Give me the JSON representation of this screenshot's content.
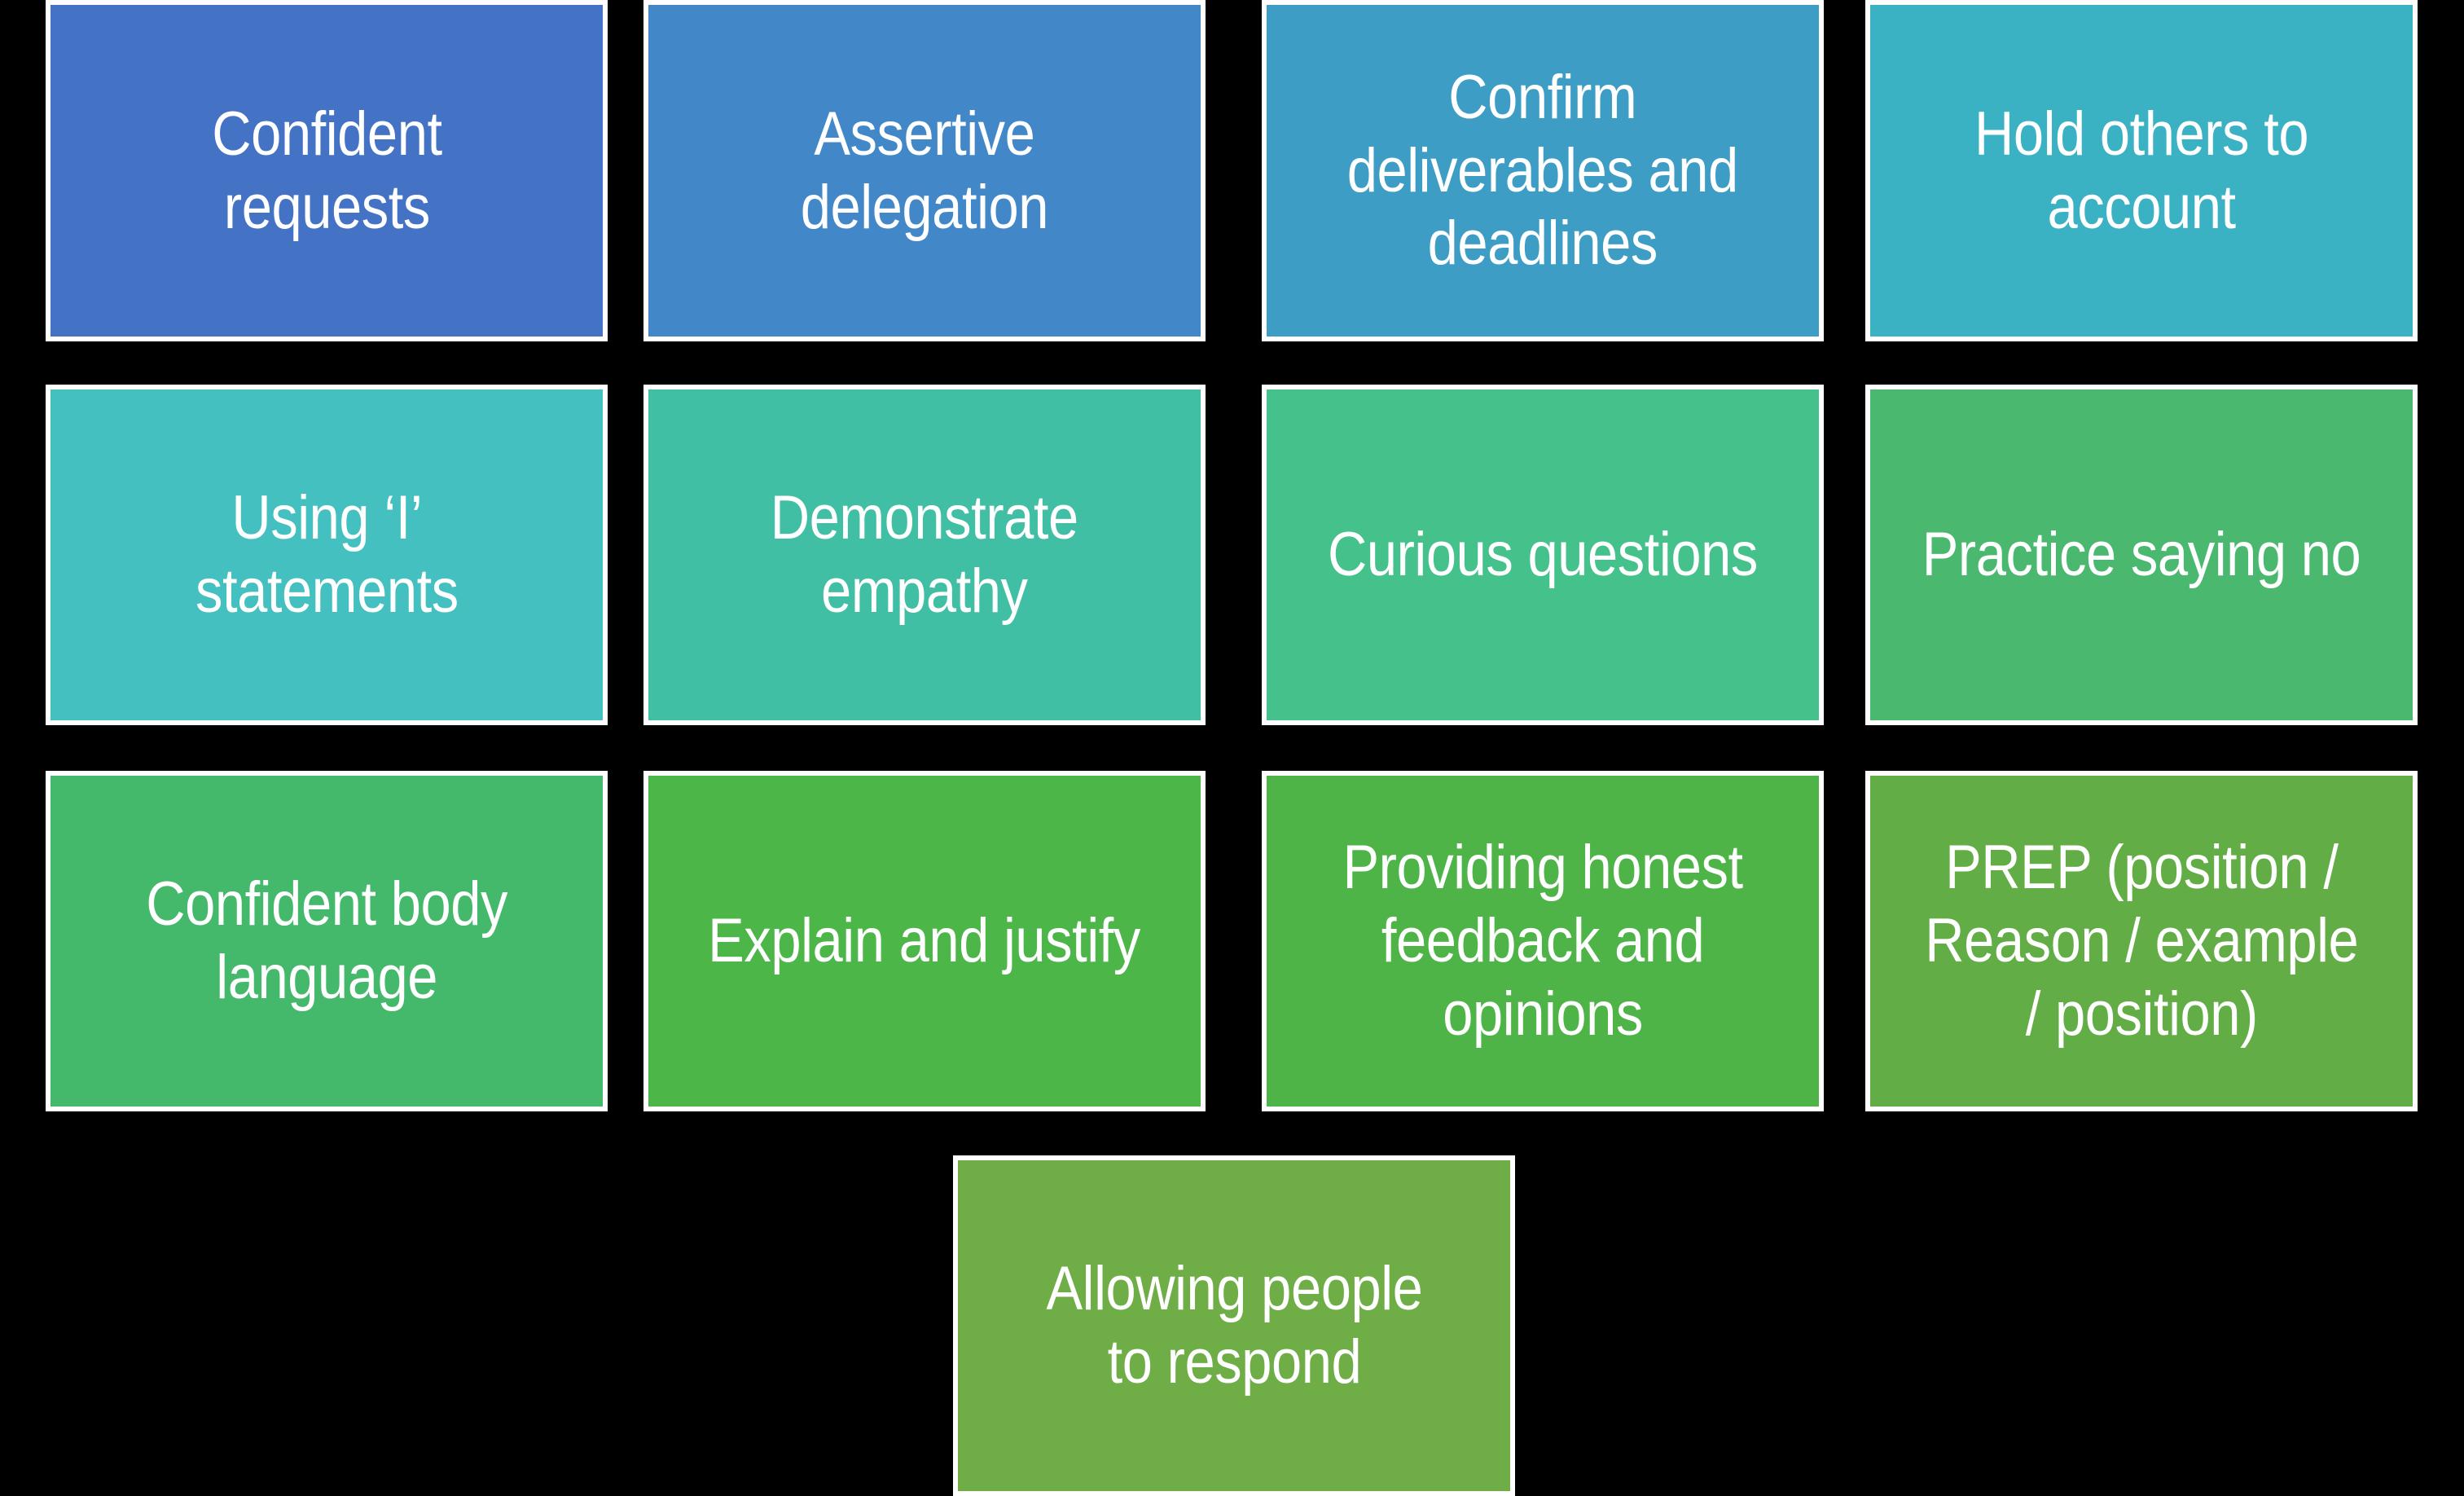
{
  "page": {
    "background_color": "#000000",
    "tile_border_color": "#FFFFFF",
    "tile_text_color": "#FFFFFF",
    "title": "Assertiveness behaviours grid"
  },
  "grid": {
    "columns": 4,
    "rows": 4,
    "tiles": [
      {
        "id": "confident-requests",
        "row": 1,
        "col": 1,
        "label": "Confident\nrequests",
        "color": "#4472C4"
      },
      {
        "id": "assertive-delegation",
        "row": 1,
        "col": 2,
        "label": "Assertive\ndelegation",
        "color": "#4288C8"
      },
      {
        "id": "confirm-deliverables",
        "row": 1,
        "col": 3,
        "label": "Confirm\ndeliverables and\ndeadlines",
        "color": "#3D9DC4"
      },
      {
        "id": "hold-others-to-account",
        "row": 1,
        "col": 4,
        "label": "Hold others to\naccount",
        "color": "#3BB2C3"
      },
      {
        "id": "using-i-statements",
        "row": 2,
        "col": 1,
        "label": "Using ‘I’\nstatements",
        "color": "#45C0C0"
      },
      {
        "id": "demonstrate-empathy",
        "row": 2,
        "col": 2,
        "label": "Demonstrate\nempathy",
        "color": "#41BFA5"
      },
      {
        "id": "curious-questions",
        "row": 2,
        "col": 3,
        "label": "Curious questions",
        "color": "#45C18C"
      },
      {
        "id": "practice-saying-no",
        "row": 2,
        "col": 4,
        "label": "Practice saying no",
        "color": "#4AB96F"
      },
      {
        "id": "confident-body-language",
        "row": 3,
        "col": 1,
        "label": "Confident body\nlanguage",
        "color": "#44B96B"
      },
      {
        "id": "explain-and-justify",
        "row": 3,
        "col": 2,
        "label": "Explain and justify",
        "color": "#4CB648"
      },
      {
        "id": "providing-honest-feedback",
        "row": 3,
        "col": 3,
        "label": "Providing honest\nfeedback and\nopinions",
        "color": "#4FB447"
      },
      {
        "id": "prep-framework",
        "row": 3,
        "col": 4,
        "label": "PREP (position /\nReason / example\n/ position)",
        "color": "#62AD45"
      },
      {
        "id": "allowing-people-to-respond",
        "row": 4,
        "col": 2,
        "label": "Allowing people\nto respond",
        "color": "#6FAD46"
      }
    ]
  }
}
